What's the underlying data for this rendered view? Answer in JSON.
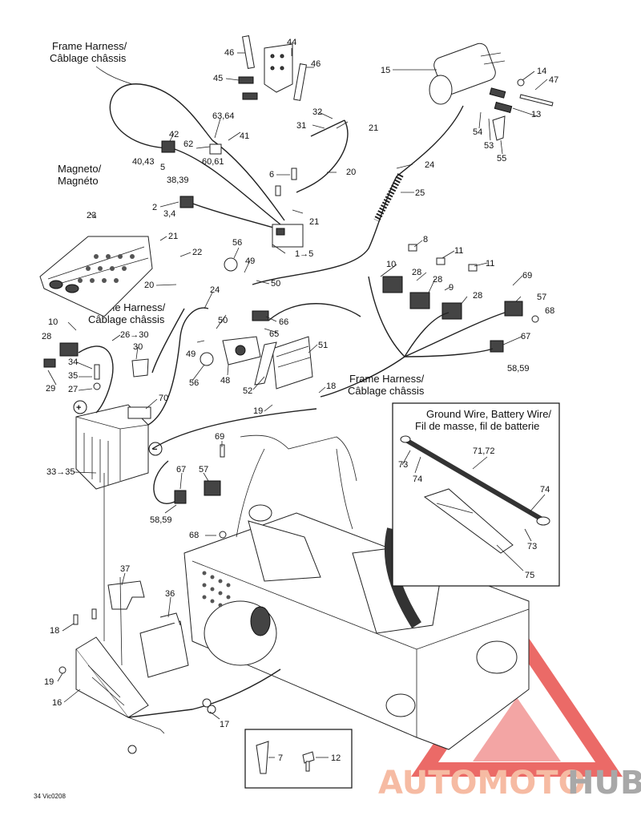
{
  "captions": {
    "frame_harness_top": [
      "Frame Harness/",
      "Câblage châssis"
    ],
    "magneto": [
      "Magneto/",
      "Magnéto"
    ],
    "frame_harness_mid": [
      "Frame Harness/",
      "Câblage châssis"
    ],
    "frame_harness_right": [
      "Frame Harness/",
      "Câblage châssis"
    ],
    "ground_wire_box": [
      "Ground Wire, Battery Wire/",
      "Fil de masse, fil de batterie"
    ]
  },
  "callouts": [
    "46",
    "44",
    "46",
    "15",
    "14",
    "47",
    "45",
    "63,64",
    "41",
    "42",
    "62",
    "32",
    "31",
    "21",
    "40,43",
    "5",
    "60,61",
    "38,39",
    "13",
    "54",
    "53",
    "55",
    "6",
    "20",
    "24",
    "21",
    "25",
    "2",
    "3,4",
    "1→5",
    "23",
    "21",
    "22",
    "56",
    "49",
    "50",
    "20",
    "8",
    "10",
    "11",
    "11",
    "28",
    "28",
    "9",
    "69",
    "10",
    "28",
    "24",
    "26→30",
    "50",
    "66",
    "65",
    "28",
    "57",
    "68",
    "67",
    "30",
    "49",
    "48",
    "51",
    "34",
    "56",
    "58,59",
    "35",
    "27",
    "29",
    "52",
    "18",
    "19",
    "70",
    "71,72",
    "73",
    "74",
    "69",
    "33→35",
    "67",
    "57",
    "74",
    "58,59",
    "68",
    "73",
    "75",
    "37",
    "36",
    "18",
    "19",
    "16",
    "17",
    "7",
    "12"
  ],
  "signs": {
    "plus": "+",
    "minus": "−"
  },
  "footer_code": "34 Vic0208",
  "watermark": {
    "word_a": "AUTOMOTO",
    "word_b": "HUB",
    "color_a": "#f4a585",
    "color_b": "#8c8c8c",
    "triangle_color": "#e53935"
  }
}
